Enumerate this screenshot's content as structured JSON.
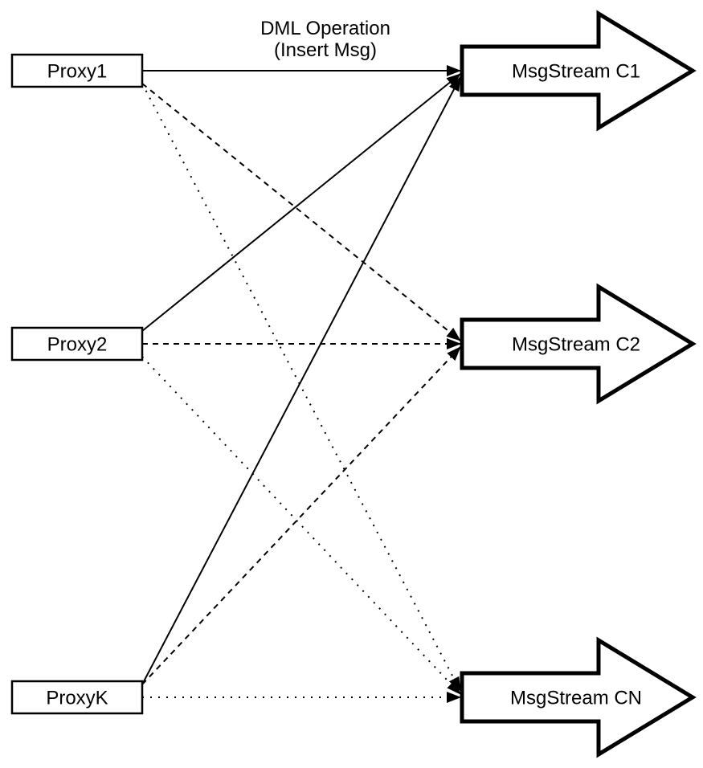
{
  "diagram": {
    "background": "#ffffff",
    "ink": "#000000",
    "title": {
      "line1": "DML Operation",
      "line2": "(Insert Msg)"
    },
    "proxies": [
      {
        "id": "proxy1",
        "label": "Proxy1"
      },
      {
        "id": "proxy2",
        "label": "Proxy2"
      },
      {
        "id": "proxyK",
        "label": "ProxyK"
      }
    ],
    "streams": [
      {
        "id": "c1",
        "label": "MsgStream C1"
      },
      {
        "id": "c2",
        "label": "MsgStream C2"
      },
      {
        "id": "cn",
        "label": "MsgStream CN"
      }
    ],
    "edges": [
      {
        "from": "proxy1",
        "to": "c1",
        "style": "solid"
      },
      {
        "from": "proxy1",
        "to": "c2",
        "style": "dashed"
      },
      {
        "from": "proxy1",
        "to": "cn",
        "style": "dotted"
      },
      {
        "from": "proxy2",
        "to": "c1",
        "style": "solid"
      },
      {
        "from": "proxy2",
        "to": "c2",
        "style": "dashed"
      },
      {
        "from": "proxy2",
        "to": "cn",
        "style": "dotted"
      },
      {
        "from": "proxyK",
        "to": "c1",
        "style": "solid"
      },
      {
        "from": "proxyK",
        "to": "c2",
        "style": "dashed"
      },
      {
        "from": "proxyK",
        "to": "cn",
        "style": "dotted"
      }
    ]
  }
}
